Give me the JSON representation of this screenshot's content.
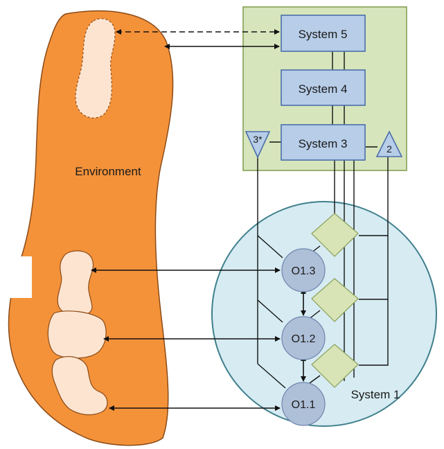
{
  "environment": {
    "label": "Environment",
    "fill": "#f4923a",
    "hole_fill": "#fde4d0"
  },
  "management": {
    "fill": "#d7e5bd",
    "border": "#7f9a4a"
  },
  "systems": {
    "s5": "System 5",
    "s4": "System 4",
    "s3": "System 3",
    "s3star": "3*",
    "s2": "2",
    "s1": "System 1"
  },
  "operations": {
    "o13": "O1.3",
    "o12": "O1.2",
    "o11": "O1.1"
  },
  "colors": {
    "system_box": "#b7cde8",
    "system1_circle": "#d6ebf2",
    "operation_circle": "#aebfd8",
    "management_unit": "#d8e4b6"
  }
}
